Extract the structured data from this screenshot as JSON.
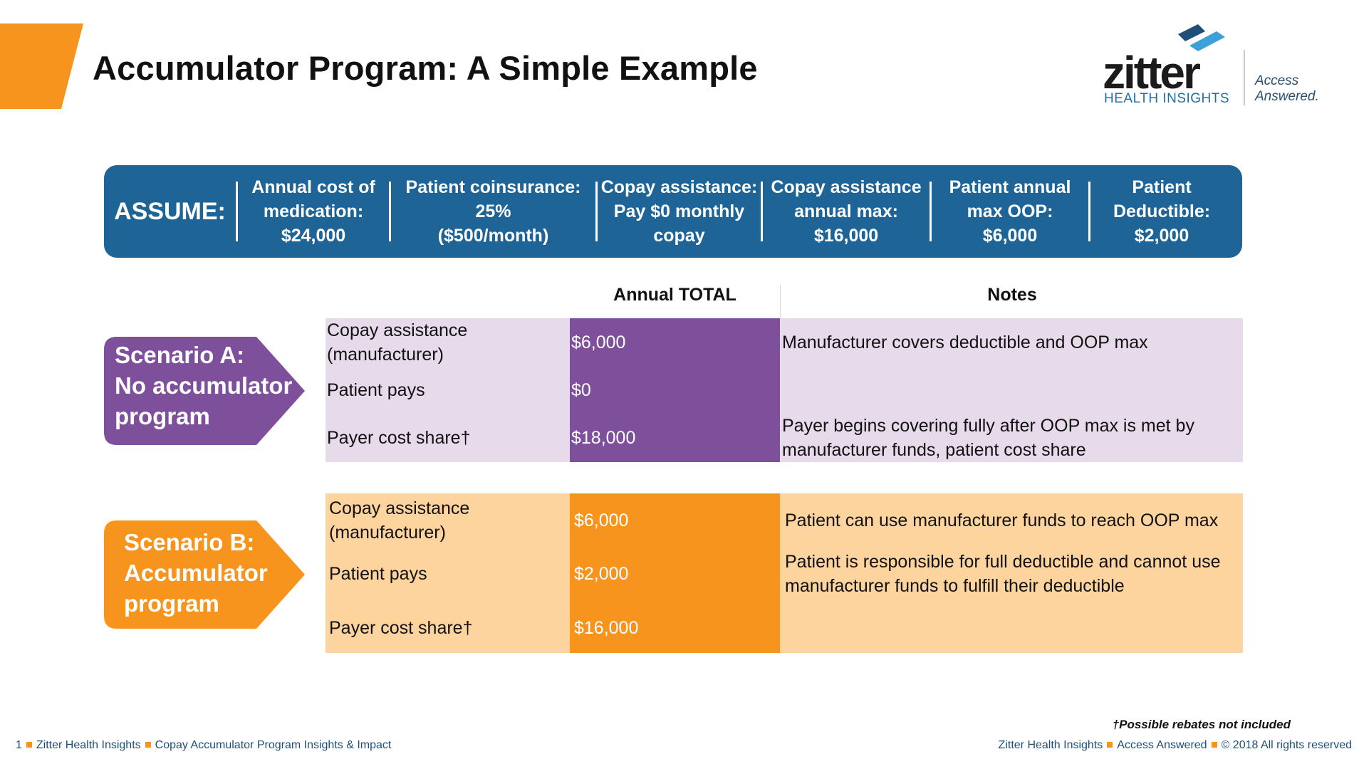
{
  "colors": {
    "accent_orange": "#f7941d",
    "assume_blue": "#1f6496",
    "purple": "#7e4f9b",
    "purple_light": "#e7dbeb",
    "orange_light": "#fdd39e",
    "footer_blue": "#1f4e79"
  },
  "header": {
    "title": "Accumulator Program: A Simple Example",
    "logo": {
      "word": "zitter",
      "sub": "HEALTH INSIGHTS",
      "tagline": "Access Answered."
    }
  },
  "assume": {
    "label": "ASSUME:",
    "items": [
      {
        "line1": "Annual cost of",
        "line2": "medication:",
        "line3": "$24,000"
      },
      {
        "line1": "Patient coinsurance:",
        "line2": "25%",
        "line3": "($500/month)"
      },
      {
        "line1": "Copay assistance:",
        "line2": "Pay $0 monthly",
        "line3": "copay"
      },
      {
        "line1": "Copay assistance",
        "line2": "annual max:",
        "line3": "$16,000"
      },
      {
        "line1": "Patient annual",
        "line2": "max OOP:",
        "line3": "$6,000"
      },
      {
        "line1": "Patient",
        "line2": "Deductible:",
        "line3": "$2,000"
      }
    ]
  },
  "table": {
    "col_total": "Annual TOTAL",
    "col_notes": "Notes",
    "scenario_a": {
      "label_line1": "Scenario A:",
      "label_line2": "No accumulator",
      "label_line3": "program",
      "rows": [
        {
          "item_line1": "Copay assistance",
          "item_line2": "(manufacturer)",
          "total": "$6,000",
          "note_line1": "Manufacturer covers deductible and OOP max",
          "note_line2": ""
        },
        {
          "item_line1": "Patient pays",
          "item_line2": "",
          "total": "$0",
          "note_line1": "",
          "note_line2": ""
        },
        {
          "item_line1": "Payer cost share†",
          "item_line2": "",
          "total": "$18,000",
          "note_line1": "Payer begins covering fully after OOP max is met by",
          "note_line2": "manufacturer funds, patient cost share"
        }
      ]
    },
    "scenario_b": {
      "label_line1": "Scenario B:",
      "label_line2": "Accumulator",
      "label_line3": "program",
      "rows": [
        {
          "item_line1": "Copay assistance",
          "item_line2": "(manufacturer)",
          "total": "$6,000",
          "note_line1": "Patient can use manufacturer funds to reach OOP max",
          "note_line2": ""
        },
        {
          "item_line1": "Patient pays",
          "item_line2": "",
          "total": "$2,000",
          "note_line1": "Patient is responsible for full deductible and cannot use",
          "note_line2": "manufacturer funds to fulfill their deductible"
        },
        {
          "item_line1": "Payer cost share†",
          "item_line2": "",
          "total": "$16,000",
          "note_line1": "",
          "note_line2": ""
        }
      ]
    }
  },
  "footnote": "†Possible rebates not included",
  "footer": {
    "page_number": "1",
    "left_1": "Zitter Health Insights",
    "left_2": "Copay Accumulator Program Insights & Impact",
    "right_1": "Zitter Health Insights",
    "right_2": "Access Answered",
    "right_3": "© 2018 All rights reserved"
  }
}
